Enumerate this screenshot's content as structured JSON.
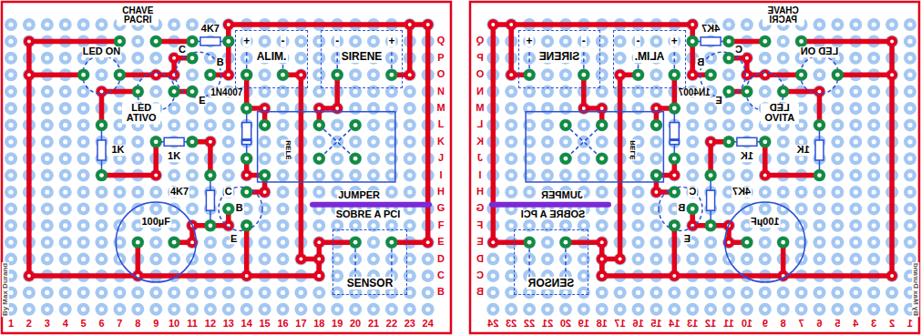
{
  "diagram": {
    "nodes": [
      {
        "text": [
          "ALIM."
        ]
      },
      {
        "text": [
          "SIRENE"
        ]
      },
      {
        "text": [
          "SENSOR"
        ]
      },
      {
        "text": [
          "ALIM."
        ]
      },
      {
        "text": [
          "SIRENE"
        ]
      },
      {
        "text": [
          "SENSOR"
        ]
      }
    ],
    "labels": [
      "CHAVE PACRI",
      "4K7",
      "C",
      "B",
      "E",
      "LED ON",
      "LED ATIVO",
      "1N4007",
      "+",
      "-",
      "-",
      "+",
      "RELÉ",
      "1K",
      "1K",
      "4K7",
      "C",
      "B",
      "E",
      "100µF",
      "JUMPER",
      "SOBRE A PCI",
      "By Max Durand",
      "Q",
      "P",
      "O",
      "N",
      "M",
      "L",
      "K",
      "J",
      "I",
      "H",
      "G",
      "F",
      "E",
      "D",
      "C",
      "B",
      "1",
      "2",
      "3",
      "4",
      "5",
      "6",
      "7",
      "8",
      "9",
      "10",
      "11",
      "12",
      "13",
      "14",
      "15",
      "16",
      "17",
      "18",
      "19",
      "20",
      "21",
      "22",
      "23",
      "24",
      "CHAVE PACRI",
      "4K7",
      "C",
      "B",
      "E",
      "LED ON",
      "LED ATIVO",
      "1N4007",
      "+",
      "-",
      "-",
      "+",
      "RELÉ",
      "1K",
      "1K",
      "4K7",
      "C",
      "B",
      "E",
      "100µF",
      "JUMPER",
      "SOBRE A PCI",
      "By Max Durand",
      "Q",
      "P",
      "O",
      "N",
      "M",
      "L",
      "K",
      "J",
      "I",
      "H",
      "G",
      "F",
      "E",
      "D",
      "C",
      "B",
      "1",
      "2",
      "3",
      "4",
      "5",
      "6",
      "7",
      "8",
      "9",
      "10",
      "11",
      "12",
      "13",
      "14",
      "15",
      "16",
      "17",
      "18",
      "19",
      "20",
      "21",
      "22",
      "23",
      "24"
    ]
  }
}
